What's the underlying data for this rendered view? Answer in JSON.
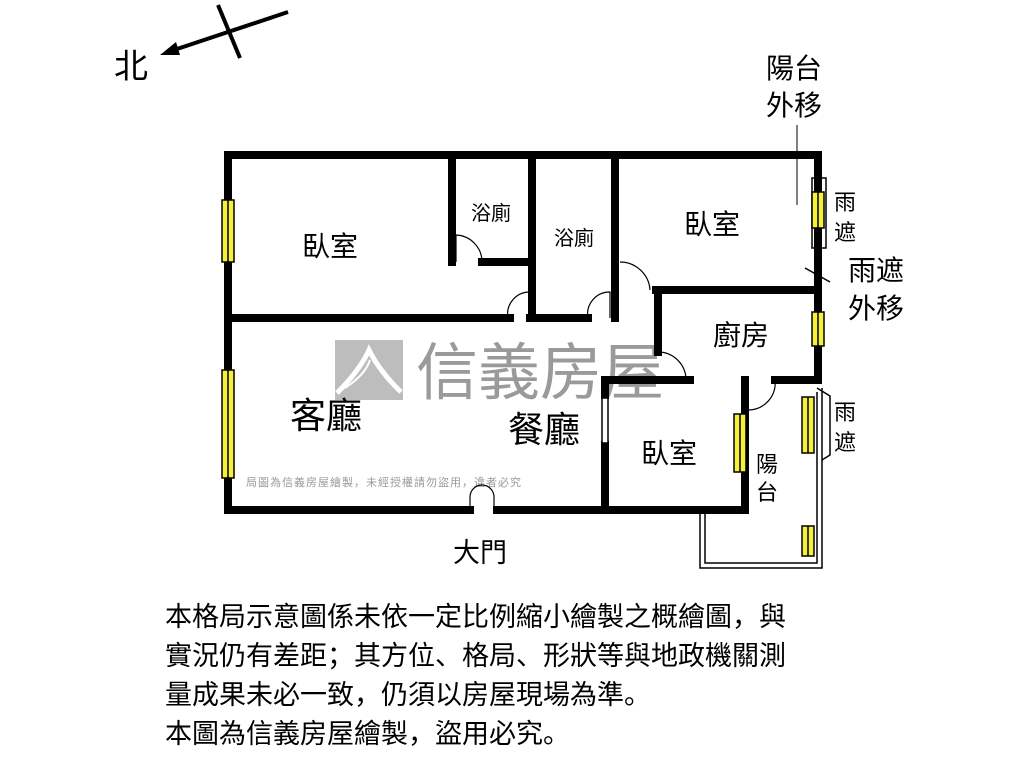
{
  "compass": {
    "north_label": "北"
  },
  "rooms": {
    "bedroom_1": "臥室",
    "bath_1": "浴廁",
    "bath_2": "浴廁",
    "bedroom_2": "臥室",
    "kitchen": "廚房",
    "living": "客廳",
    "dining": "餐廳",
    "bedroom_3": "臥室",
    "balcony": [
      "陽",
      "台"
    ],
    "entrance": "大門"
  },
  "annotations": {
    "balcony_moved": [
      "陽台",
      "外移"
    ],
    "canopy_top": [
      "雨",
      "遮"
    ],
    "canopy_moved": [
      "雨遮",
      "外移"
    ],
    "canopy_right": [
      "雨",
      "遮"
    ]
  },
  "watermark": {
    "brand": "信義房屋",
    "small_text": "局圖為信義房屋繪製，未經授權請勿盜用，違者必究"
  },
  "colors": {
    "wall": "#000000",
    "window": "#f5f03a",
    "watermark": "#9a9a9a"
  },
  "notes": [
    "本格局示意圖係未依一定比例縮小繪製之概繪圖，與",
    "實況仍有差距；其方位、格局、形狀等與地政機關測",
    "量成果未必一致，仍須以房屋現場為準。",
    "本圖為信義房屋繪製，盜用必究。"
  ]
}
